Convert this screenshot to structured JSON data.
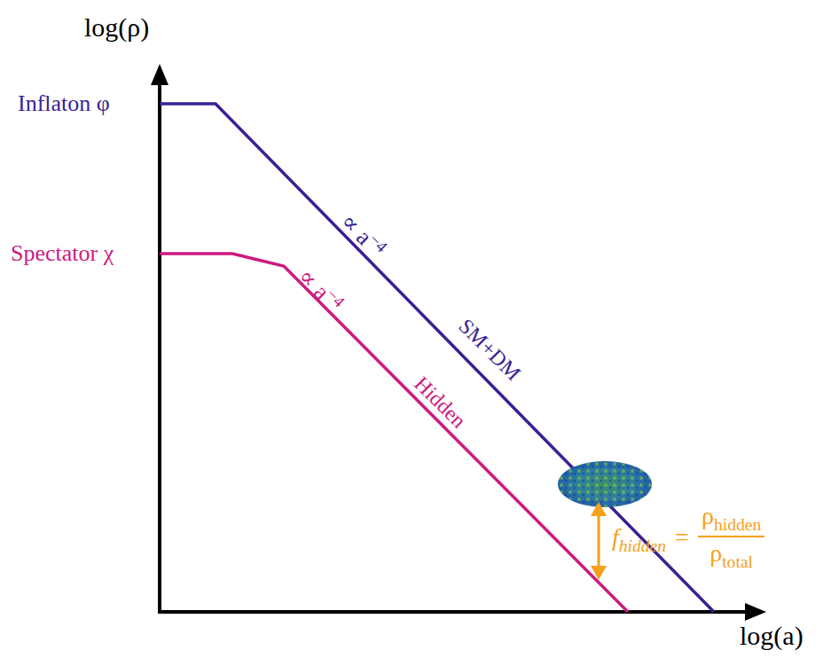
{
  "diagram": {
    "labels": [
      "log(ρ)",
      "log(a)",
      "Inflaton φ",
      "Spectator χ",
      "∝ a",
      "−4",
      "∝ a",
      "−4",
      "SM+DM",
      "Hidden",
      "f",
      "hidden",
      "=",
      "ρ",
      "hidden",
      "ρ",
      "total"
    ]
  }
}
